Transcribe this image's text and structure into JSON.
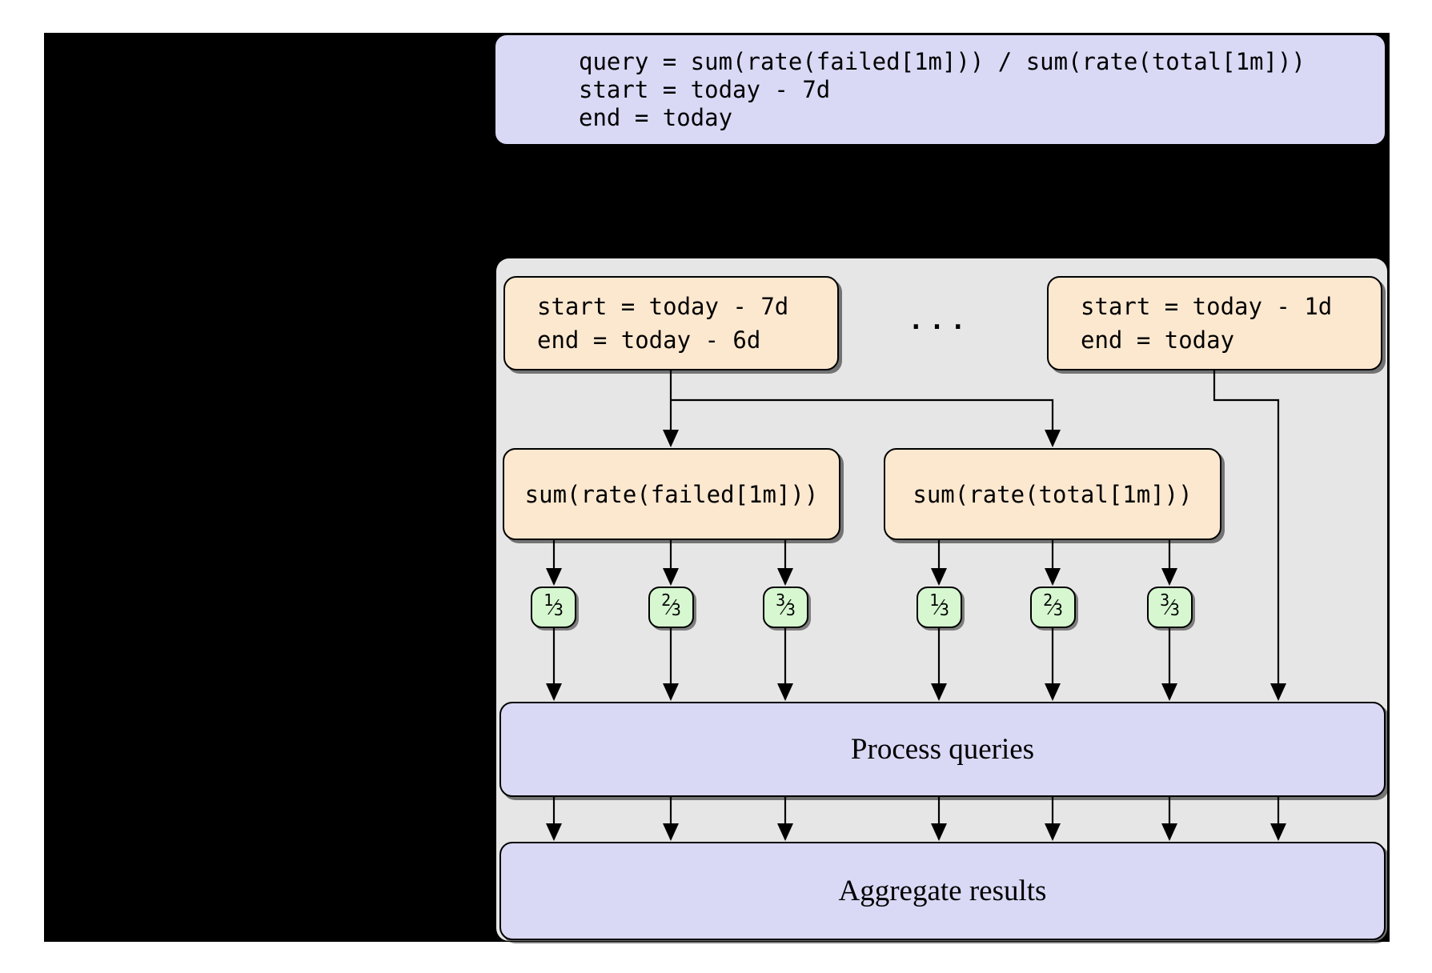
{
  "colors": {
    "canvas": "#000000",
    "code_box": "#d9d9f6",
    "container": "#e6e6e6",
    "range_box": "#fce8cf",
    "fraction_box": "#d6f7d0",
    "wide_box": "#d9d9f6"
  },
  "code_box": {
    "lines": {
      "0": "query = sum(rate(failed[1m])) / sum(rate(total[1m]))",
      "1": "start = today - 7d",
      "2": "end = today"
    }
  },
  "diagram": {
    "range_left": {
      "line1": "start = today - 7d",
      "line2": "end = today - 6d"
    },
    "range_right": {
      "line1": "start = today - 1d",
      "line2": "end = today"
    },
    "ellipsis": "...",
    "sum_failed": "sum(rate(failed[1m]))",
    "sum_total": "sum(rate(total[1m]))",
    "frac_slash": "⁄",
    "fractions": [
      {
        "num": "1",
        "den": "3"
      },
      {
        "num": "2",
        "den": "3"
      },
      {
        "num": "3",
        "den": "3"
      },
      {
        "num": "1",
        "den": "3"
      },
      {
        "num": "2",
        "den": "3"
      },
      {
        "num": "3",
        "den": "3"
      }
    ],
    "process_label": "Process queries",
    "aggregate_label": "Aggregate results"
  }
}
